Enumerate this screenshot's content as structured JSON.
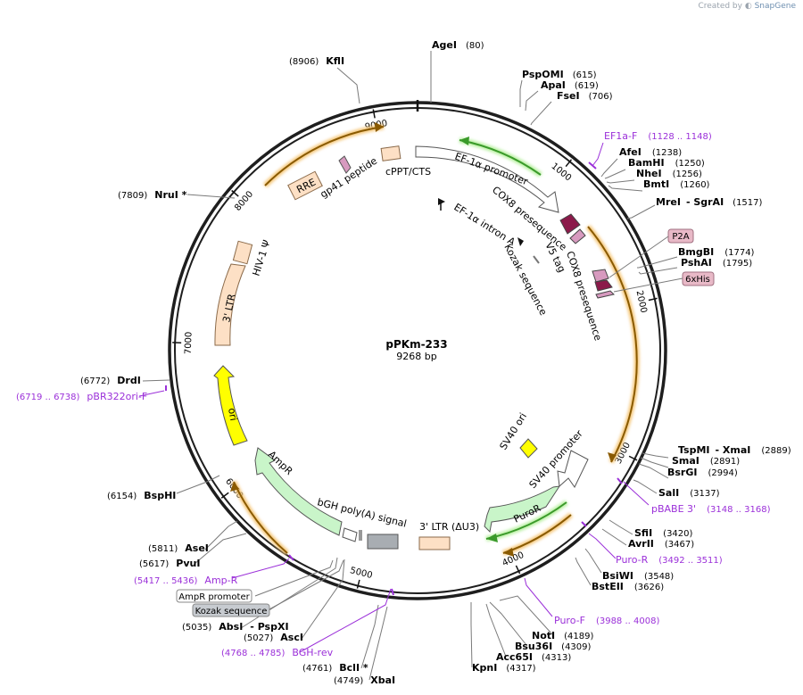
{
  "credit": {
    "prefix": "Created by",
    "brand": "SnapGene"
  },
  "plasmid": {
    "name": "pPKm-233",
    "length": "9268 bp"
  },
  "ticks": [
    "1000",
    "2000",
    "3000",
    "4000",
    "5000",
    "6000",
    "7000",
    "8000",
    "9000"
  ],
  "features": {
    "rre": "RRE",
    "gp41": "gp41 peptide",
    "cppt": "cPPT/CTS",
    "ef1a_promoter": "EF-1α promoter",
    "ef1a_intron": "EF-1α intron A",
    "cox8_a": "COX8 presequence",
    "v5": "V5 tag",
    "kozak": "Kozak sequence",
    "cox8_b": "COX8 presequence",
    "hiv": "HIV-1 Ψ",
    "ltr3": "3' LTR",
    "ori": "ori",
    "ampr": "AmpR",
    "bgh": "bGH poly(A) signal",
    "ltr3_du3": "3' LTR (ΔU3)",
    "sv40_ori": "SV40 ori",
    "sv40_promoter": "SV40 promoter",
    "puror": "PuroR"
  },
  "boxed_labels": {
    "p2a": "P2A",
    "his": "6xHis",
    "ampr_promoter": "AmpR promoter",
    "kozak": "Kozak sequence"
  },
  "sites": {
    "agei": {
      "name": "AgeI",
      "pos": "(80)"
    },
    "kfli": {
      "name": "KflI",
      "pos": "(8906)"
    },
    "pspomi": {
      "name": "PspOMI",
      "pos": "(615)"
    },
    "apai": {
      "name": "ApaI",
      "pos": "(619)"
    },
    "fsei": {
      "name": "FseI",
      "pos": "(706)"
    },
    "afei": {
      "name": "AfeI",
      "pos": "(1238)"
    },
    "bamhi": {
      "name": "BamHI",
      "pos": "(1250)"
    },
    "nhei": {
      "name": "NheI",
      "pos": "(1256)"
    },
    "bmti": {
      "name": "BmtI",
      "pos": "(1260)"
    },
    "mrei": {
      "name": "MreI",
      "pos": "(1517)",
      "extra": "- SgrAI"
    },
    "bmgbi": {
      "name": "BmgBI",
      "pos": "(1774)"
    },
    "pshai": {
      "name": "PshAI",
      "pos": "(1795)"
    },
    "nrui": {
      "name": "NruI *",
      "pos": "(7809)"
    },
    "drdi": {
      "name": "DrdI",
      "pos": "(6772)"
    },
    "tspmi": {
      "name": "TspMI",
      "pos": "(2889)",
      "extra": "- XmaI"
    },
    "smai": {
      "name": "SmaI",
      "pos": "(2891)"
    },
    "bsrgi": {
      "name": "BsrGI",
      "pos": "(2994)"
    },
    "sali": {
      "name": "SalI",
      "pos": "(3137)"
    },
    "sfii": {
      "name": "SfiI",
      "pos": "(3420)"
    },
    "avrii": {
      "name": "AvrII",
      "pos": "(3467)"
    },
    "bsiwi": {
      "name": "BsiWI",
      "pos": "(3548)"
    },
    "bsteii": {
      "name": "BstEII",
      "pos": "(3626)"
    },
    "bsphi": {
      "name": "BspHI",
      "pos": "(6154)"
    },
    "asei": {
      "name": "AseI",
      "pos": "(5811)"
    },
    "pvui": {
      "name": "PvuI",
      "pos": "(5617)"
    },
    "absi": {
      "name": "AbsI",
      "pos": "(5035)",
      "extra": "- PspXI"
    },
    "asci": {
      "name": "AscI",
      "pos": "(5027)"
    },
    "bcli": {
      "name": "BclI *",
      "pos": "(4761)"
    },
    "xbai": {
      "name": "XbaI",
      "pos": "(4749)"
    },
    "kpni": {
      "name": "KpnI",
      "pos": "(4317)"
    },
    "acc65i": {
      "name": "Acc65I",
      "pos": "(4313)"
    },
    "bsu36i": {
      "name": "Bsu36I",
      "pos": "(4309)"
    },
    "noti": {
      "name": "NotI",
      "pos": "(4189)"
    }
  },
  "primers": {
    "ef1a_f": {
      "name": "EF1a-F",
      "range": "(1128 .. 1148)"
    },
    "pbr322": {
      "name": "pBR322ori-F",
      "range": "(6719 .. 6738)"
    },
    "pbabe": {
      "name": "pBABE 3'",
      "range": "(3148 .. 3168)"
    },
    "puro_r": {
      "name": "Puro-R",
      "range": "(3492 .. 3511)"
    },
    "puro_f": {
      "name": "Puro-F",
      "range": "(3988 .. 4008)"
    },
    "amp_r": {
      "name": "Amp-R",
      "range": "(5417 .. 5436)"
    },
    "bgh_rev": {
      "name": "BGH-rev",
      "range": "(4768 .. 4785)"
    }
  },
  "colors": {
    "backbone": "#1e1e1e",
    "primer": "#9b30d9",
    "orf": "#f5a623",
    "orf_inner": "#8a5a00",
    "feature_fill": "#fde0c5",
    "ampr_fill": "#c9f5c9",
    "ori_fill": "#ffff00",
    "green_arrow": "#3a9a2a"
  }
}
